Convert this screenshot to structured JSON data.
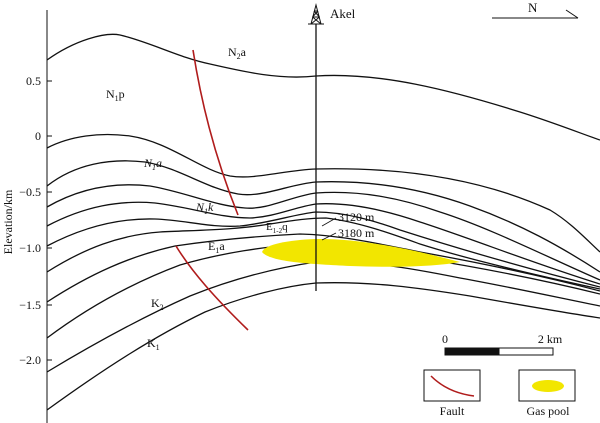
{
  "well": {
    "name": "Akel"
  },
  "north": {
    "label": "N"
  },
  "axis": {
    "label": "Elevation/km",
    "ticks": [
      "0.5",
      "0",
      "−0.5",
      "−1.0",
      "−1.5",
      "−2.0"
    ]
  },
  "formations": {
    "n2a": {
      "main": "N",
      "sub": "2",
      "suffix": "a"
    },
    "n1p": {
      "main": "N",
      "sub": "1",
      "suffix": "p"
    },
    "n1a": {
      "main": "N",
      "sub": "1",
      "suffix": "a"
    },
    "n1k": {
      "main": "N",
      "sub": "1",
      "suffix": "k"
    },
    "e12q": {
      "main": "E",
      "sub": "1-2",
      "suffix": "q"
    },
    "e1a": {
      "main": "E",
      "sub": "1",
      "suffix": "a"
    },
    "k2": {
      "main": "K",
      "sub": "2",
      "suffix": ""
    },
    "k1": {
      "main": "K",
      "sub": "1",
      "suffix": ""
    }
  },
  "depths": {
    "top": "3120 m",
    "bottom": "3180 m"
  },
  "scale": {
    "start": "0",
    "end": "2 km"
  },
  "legend": {
    "fault": "Fault",
    "gas_pool": "Gas pool"
  },
  "colors": {
    "fault": "#b01c1c",
    "gas": "#f2e600",
    "line": "#111111"
  }
}
